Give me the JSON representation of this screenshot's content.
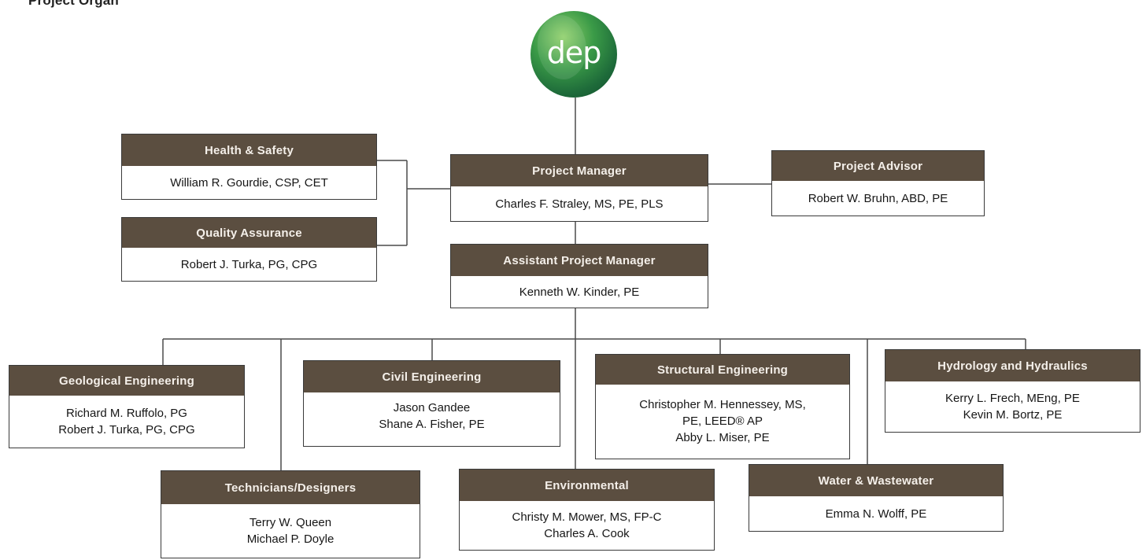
{
  "page_title": "Project Organ",
  "logo": {
    "text": "dep",
    "accent": "#3a9a47"
  },
  "colors": {
    "header_bg": "#5b4e40",
    "header_text": "#f4efe9",
    "line": "#4a4a4a"
  },
  "boxes": {
    "health_safety": {
      "title": "Health & Safety",
      "members": [
        "William R. Gourdie, CSP, CET"
      ]
    },
    "quality_assurance": {
      "title": "Quality Assurance",
      "members": [
        "Robert J. Turka, PG, CPG"
      ]
    },
    "project_manager": {
      "title": "Project Manager",
      "members": [
        "Charles F. Straley, MS, PE, PLS"
      ]
    },
    "project_advisor": {
      "title": "Project Advisor",
      "members": [
        "Robert W. Bruhn, ABD, PE"
      ]
    },
    "assistant_pm": {
      "title": "Assistant Project Manager",
      "members": [
        "Kenneth W. Kinder, PE"
      ]
    },
    "geological": {
      "title": "Geological Engineering",
      "members": [
        "Richard M. Ruffolo, PG",
        "Robert J. Turka, PG, CPG"
      ]
    },
    "civil": {
      "title": "Civil Engineering",
      "members": [
        "Jason Gandee",
        "Shane A. Fisher, PE"
      ]
    },
    "structural": {
      "title": "Structural Engineering",
      "members": [
        "Christopher M. Hennessey, MS,",
        "PE, LEED® AP",
        "Abby L. Miser, PE"
      ]
    },
    "hydrology": {
      "title": "Hydrology and Hydraulics",
      "members": [
        "Kerry L. Frech, MEng, PE",
        "Kevin M. Bortz, PE"
      ]
    },
    "technicians": {
      "title": "Technicians/Designers",
      "members": [
        "Terry W. Queen",
        "Michael P. Doyle"
      ]
    },
    "environmental": {
      "title": "Environmental",
      "members": [
        "Christy M. Mower, MS, FP-C",
        "Charles A. Cook"
      ]
    },
    "water": {
      "title": "Water & Wastewater",
      "members": [
        "Emma N. Wolff, PE"
      ]
    }
  }
}
